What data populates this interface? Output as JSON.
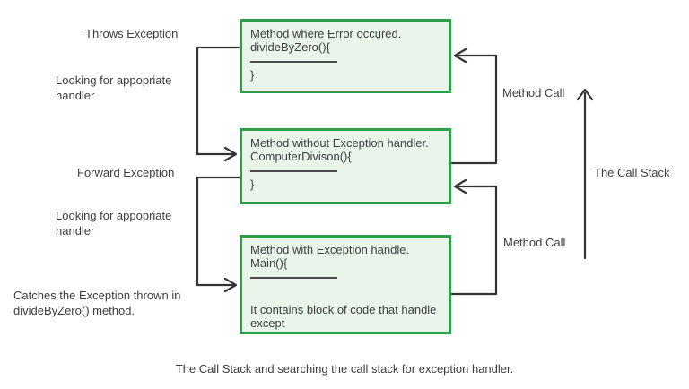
{
  "diagram": {
    "caption": "The Call Stack and searching the call stack for exception handler.",
    "boxes": [
      {
        "title": "Method where Error occured.",
        "signature": "divideByZero(){",
        "close_brace": "}"
      },
      {
        "title": "Method without Exception handler.",
        "signature": "ComputerDivison(){",
        "close_brace": "}"
      },
      {
        "title": "Method with Exception handle.",
        "signature": "Main(){",
        "body_note": "It contains block of code that handle except"
      }
    ],
    "left_labels": {
      "throws_exception": "Throws Exception",
      "looking_handler_1": "Looking for appopriate handler",
      "forward_exception": "Forward Exception",
      "looking_handler_2": "Looking for appopriate handler",
      "catches_exception": "Catches the Exception thrown in divideByZero() method."
    },
    "right_labels": {
      "method_call_top": "Method Call",
      "method_call_bottom": "Method Call",
      "call_stack": "The Call Stack"
    },
    "colors": {
      "box_border": "#2f9e49",
      "box_fill": "#e9f5ea",
      "line": "#333333",
      "text": "#3d3d3d"
    }
  }
}
